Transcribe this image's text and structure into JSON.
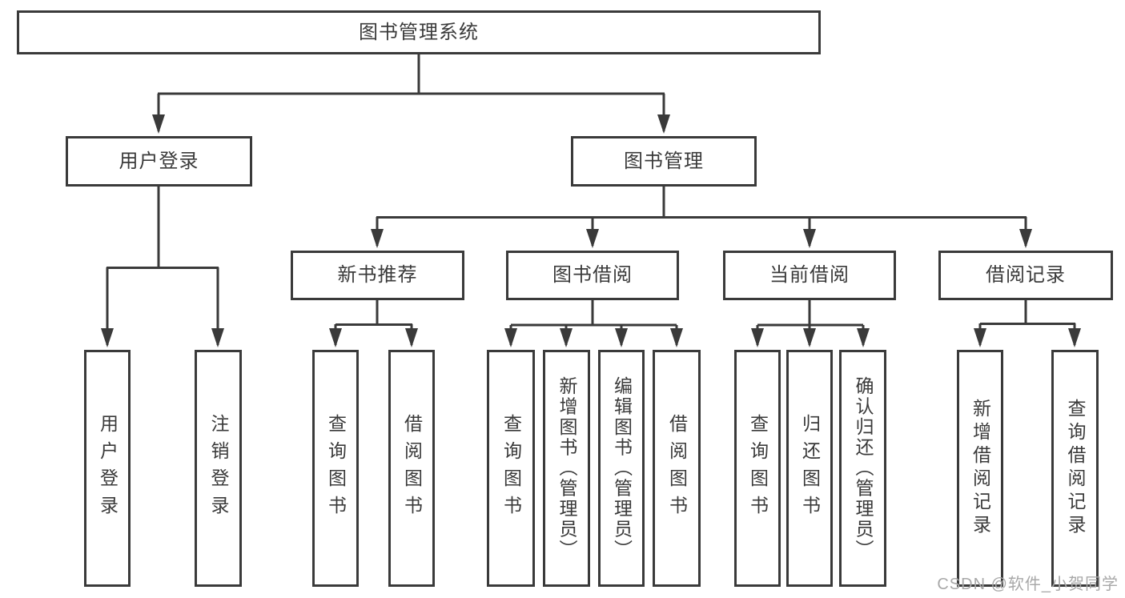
{
  "tree": {
    "label": "图书管理系统",
    "children": [
      {
        "label": "用户登录",
        "children": [
          {
            "label": "用户登录"
          },
          {
            "label": "注销登录"
          }
        ]
      },
      {
        "label": "图书管理",
        "children": [
          {
            "label": "新书推荐",
            "children": [
              {
                "label": "查询图书"
              },
              {
                "label": "借阅图书"
              }
            ]
          },
          {
            "label": "图书借阅",
            "children": [
              {
                "label": "查询图书"
              },
              {
                "label": "新增图书（管理员）"
              },
              {
                "label": "编辑图书（管理员）"
              },
              {
                "label": "借阅图书"
              }
            ]
          },
          {
            "label": "当前借阅",
            "children": [
              {
                "label": "查询图书"
              },
              {
                "label": "归还图书"
              },
              {
                "label": "确认归还（管理员）"
              }
            ]
          },
          {
            "label": "借阅记录",
            "children": [
              {
                "label": "新增借阅记录"
              },
              {
                "label": "查询借阅记录"
              }
            ]
          }
        ]
      }
    ]
  },
  "watermark": {
    "text": "CSDN @软件_小贺同学"
  },
  "colors": {
    "line": "#3a3a3a",
    "box_border": "#3a3a3a",
    "text": "#3a3a3a",
    "background": "#ffffff",
    "watermark": "#a8a8a8"
  }
}
